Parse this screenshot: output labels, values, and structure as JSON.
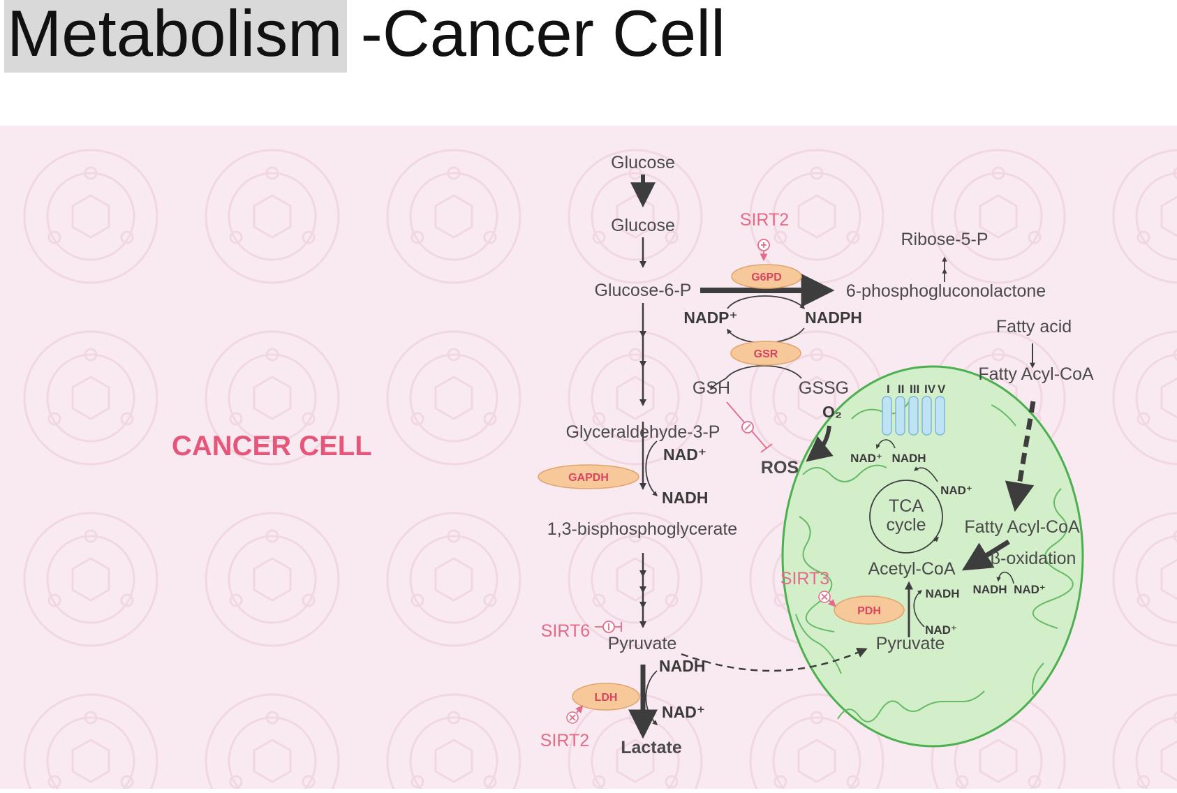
{
  "title": {
    "highlighted": "Metabolism",
    "rest": "-Cancer Cell"
  },
  "cell_label": "CANCER CELL",
  "metabolites": {
    "glucose_outside": "Glucose",
    "glucose_inside": "Glucose",
    "glucose_6p": "Glucose-6-P",
    "phosphogluconolactone": "6-phosphogluconolactone",
    "ribose_5p": "Ribose-5-P",
    "nadp_plus": "NADP⁺",
    "nadph": "NADPH",
    "gsh": "GSH",
    "gssg": "GSSG",
    "o2": "O₂",
    "ros": "ROS",
    "glyceraldehyde_3p": "Glyceraldehyde-3-P",
    "bisphosphoglycerate": "1,3-bisphosphoglycerate",
    "pyruvate": "Pyruvate",
    "lactate": "Lactate",
    "fatty_acid": "Fatty acid",
    "fatty_acyl_coa": "Fatty Acyl-CoA"
  },
  "cofactors": {
    "glycolysis_nad": "NAD⁺",
    "glycolysis_nadh": "NADH",
    "ldh_nadh": "NADH",
    "ldh_nad": "NAD⁺"
  },
  "mitochondrion": {
    "tca_line1": "TCA",
    "tca_line2": "cycle",
    "acetyl_coa": "Acetyl-CoA",
    "pyruvate": "Pyruvate",
    "fatty_acyl_coa": "Fatty Acyl-CoA",
    "beta_oxidation": "β-oxidation",
    "pdh_nadh": "NADH",
    "pdh_nad": "NAD⁺",
    "beta_nadh": "NADH",
    "beta_nad": "NAD⁺",
    "tca_nad": "NAD⁺",
    "etc_nad": "NAD⁺",
    "etc_nadh": "NADH",
    "complexes": [
      "I",
      "II",
      "III",
      "IV",
      "V"
    ]
  },
  "enzymes": {
    "g6pd": "G6PD",
    "gsr": "GSR",
    "gapdh": "GAPDH",
    "ldh": "LDH",
    "pdh": "PDH"
  },
  "regulators": {
    "sirt2_g6pd": "SIRT2",
    "sirt6": "SIRT6",
    "sirt2_ldh": "SIRT2",
    "sirt3": "SIRT3"
  },
  "colors": {
    "panel_bg": "#f9e9f0",
    "cancer_cell_label": "#e5577a",
    "regulator_text": "#e46a88",
    "enzyme_fill": "#f6c89a",
    "enzyme_text": "#d64561",
    "mito_fill": "#d2efc9",
    "mito_stroke": "#4caf50",
    "complex_fill": "#bfe3f5",
    "arrow": "#3d3d3d"
  }
}
